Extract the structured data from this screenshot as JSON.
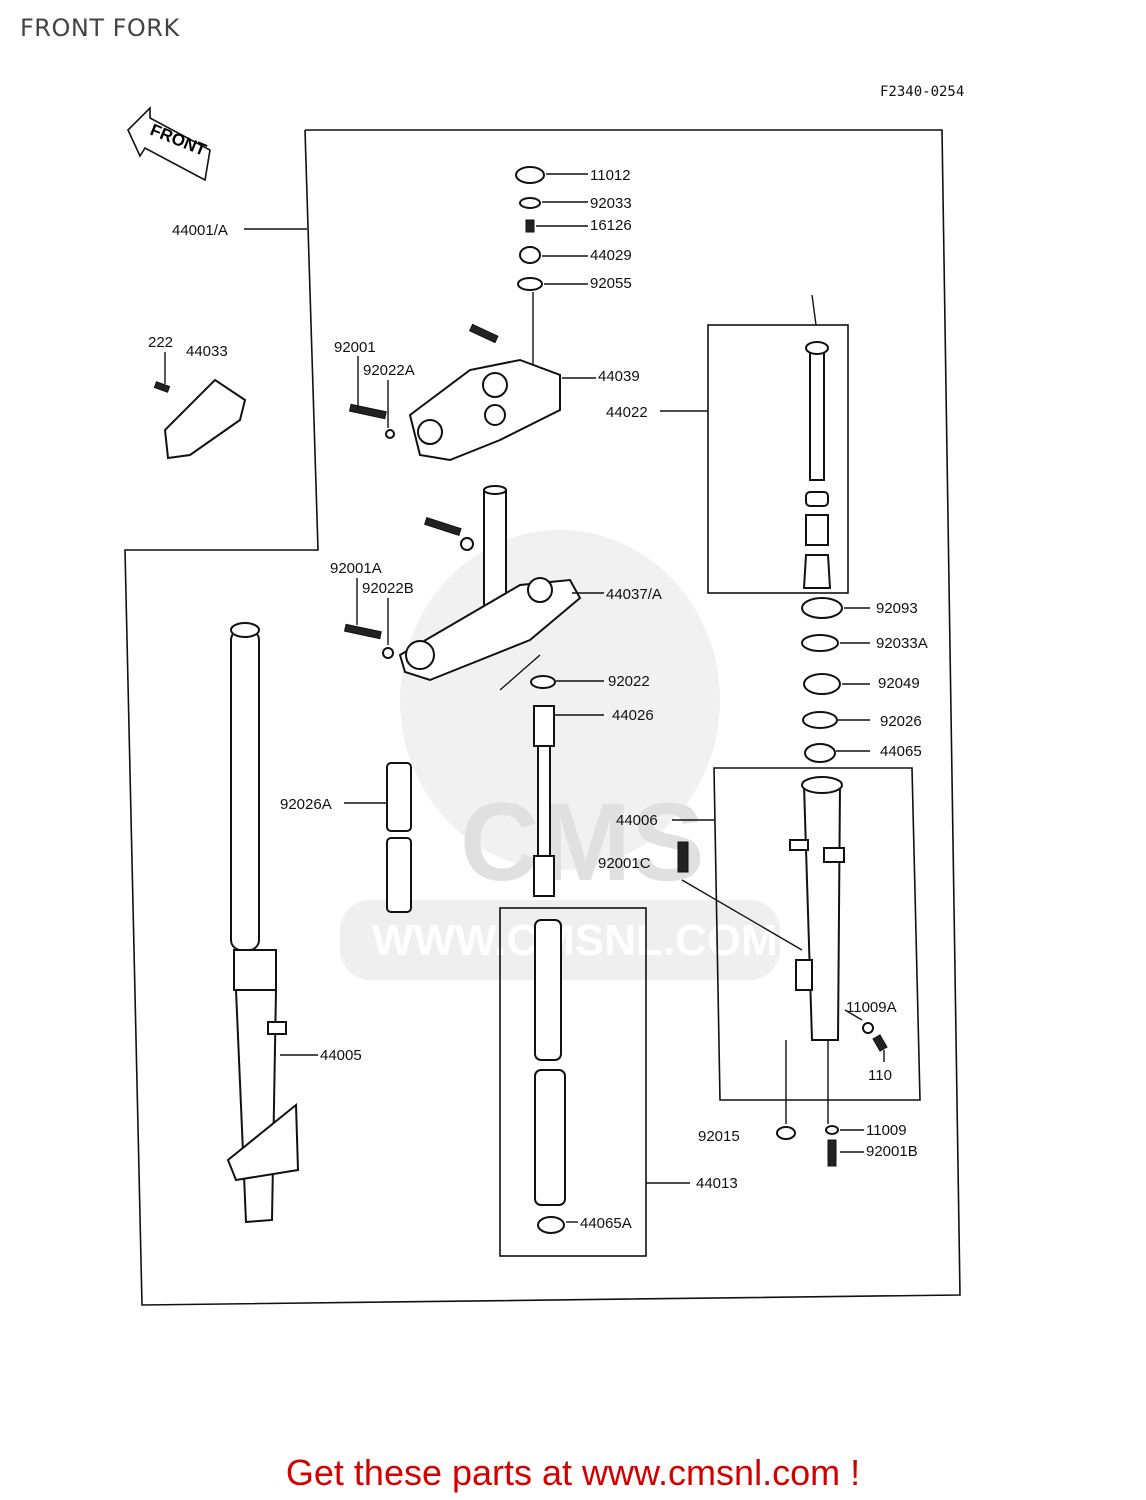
{
  "header": {
    "title": "FRONT FORK",
    "diagram_code": "F2340-0254"
  },
  "arrow_label": "FRONT",
  "watermark": {
    "brand": "CMS",
    "url": "WWW.CMSNL.COM"
  },
  "callouts": [
    "11012",
    "92033",
    "16126",
    "44029",
    "92055",
    "44039",
    "44001/A",
    "222",
    "44033",
    "92001",
    "92022A",
    "44022",
    "92001A",
    "92022B",
    "44037/A",
    "92093",
    "92033A",
    "92049",
    "92022",
    "44026",
    "92026",
    "44065",
    "92026A",
    "44006",
    "92001C",
    "11009A",
    "44005",
    "110",
    "92015",
    "11009",
    "92001B",
    "44013",
    "44065A"
  ],
  "footer": {
    "promo_text": "Get these parts at www.cmsnl.com !",
    "promo_color": "#d40000"
  }
}
